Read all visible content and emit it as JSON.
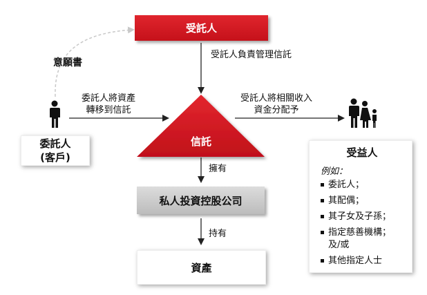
{
  "trustee": {
    "label": "受託人"
  },
  "trustee_role": "受託人負責管理信託",
  "letter_of_wishes": "意願書",
  "settlor": {
    "line1": "委託人",
    "line2": "(客戶)"
  },
  "transfer_assets": {
    "line1": "委託人將資產",
    "line2": "轉移到信託"
  },
  "distribute": {
    "line1": "受託人將相關收入",
    "line2": "資金分配予"
  },
  "trust": {
    "label": "信託"
  },
  "owns": "擁有",
  "company": {
    "label": "私人投資控股公司"
  },
  "holds": "持有",
  "assets": {
    "label": "資產"
  },
  "beneficiaries": {
    "title": "受益人",
    "example": "例如：",
    "items": [
      "委託人；",
      "其配偶；",
      "其子女及子孫；",
      "指定慈善機構；",
      "及/或",
      "其他指定人士"
    ]
  },
  "colors": {
    "red": "#d7161f",
    "grey": "#c9c9c9",
    "arrow": "#222222"
  }
}
